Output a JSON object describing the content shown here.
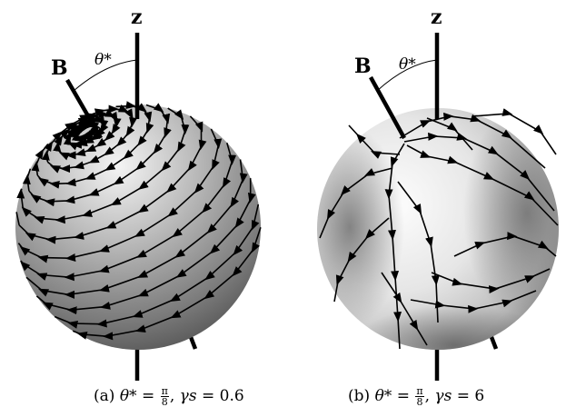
{
  "panels": [
    {
      "axis_z_label": "z",
      "axis_b_label": "B",
      "angle_label": "θ*",
      "caption": {
        "tag": "(a)",
        "theta_sym": "θ*",
        "eq1": "=",
        "frac_num": "π",
        "frac_den": "8",
        "sep": ",",
        "gs_sym": "γs",
        "eq2": "=",
        "gs_value": "0.6"
      }
    },
    {
      "axis_z_label": "z",
      "axis_b_label": "B",
      "angle_label": "θ*",
      "caption": {
        "tag": "(b)",
        "theta_sym": "θ*",
        "eq1": "=",
        "frac_num": "π",
        "frac_den": "8",
        "sep": ",",
        "gs_sym": "γs",
        "eq2": "=",
        "gs_value": "6"
      }
    }
  ],
  "colors": {
    "sphere_a_light": "#f2f2f2",
    "sphere_a_mid": "#9a9a9a",
    "sphere_a_dark": "#454545",
    "sphere_b_light": "#fbfbfb",
    "sphere_b_mid": "#d2d2d2",
    "sphere_b_dark": "#6e6e6e",
    "stroke": "#000000"
  }
}
